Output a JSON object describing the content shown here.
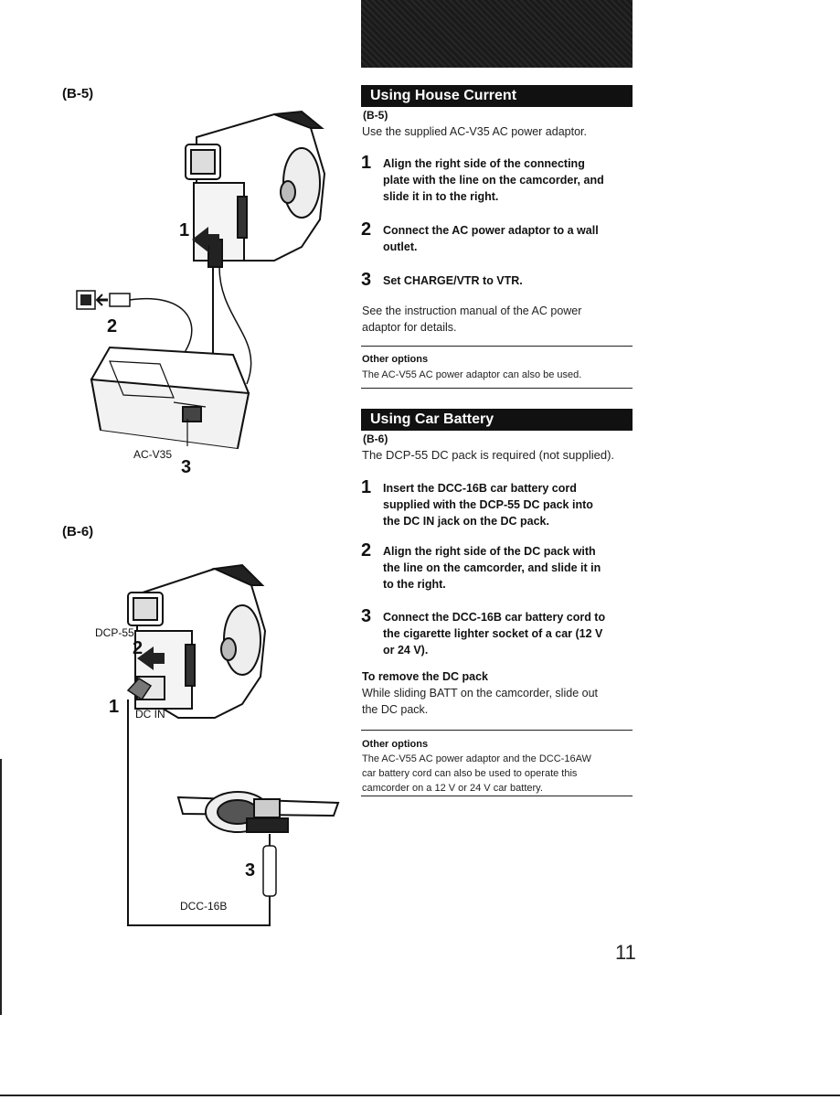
{
  "figures": {
    "b5_label": "(B-5)",
    "b6_label": "(B-6)",
    "b5_callouts": {
      "num1": "1",
      "num2": "2",
      "num3": "3",
      "adapter": "AC-V35"
    },
    "b6_callouts": {
      "dcp": "DCP-55",
      "num1": "1",
      "num2": "2",
      "num3": "3",
      "dcin": "DC IN",
      "cord": "DCC-16B"
    }
  },
  "house": {
    "title": "Using House Current",
    "code": "(B-5)",
    "intro": "Use the supplied AC-V35 AC power adaptor.",
    "steps": [
      {
        "num": "1",
        "line1": "Align the right side of the connecting",
        "line2": "plate with the line on the camcorder, and",
        "line3": "slide it in to the right."
      },
      {
        "num": "2",
        "line1": "Connect the AC power adaptor to a wall",
        "line2": "outlet."
      },
      {
        "num": "3",
        "line1": "Set CHARGE/VTR to VTR."
      }
    ],
    "note_line1": "See the instruction manual of the AC power",
    "note_line2": "adaptor for details.",
    "options_title": "Other options",
    "options_text": "The AC-V55 AC power adaptor can also be used."
  },
  "car": {
    "title": "Using Car Battery",
    "code": "(B-6)",
    "intro": "The DCP-55 DC pack is required (not supplied).",
    "steps": [
      {
        "num": "1",
        "line1": "Insert the DCC-16B car battery cord",
        "line2": "supplied with the DCP-55 DC pack into",
        "line3": "the DC IN jack on the DC pack."
      },
      {
        "num": "2",
        "line1": "Align the right side of the DC pack with",
        "line2": "the line on the camcorder, and slide it in",
        "line3": "to the right."
      },
      {
        "num": "3",
        "line1": "Connect the DCC-16B car battery cord to",
        "line2": "the cigarette lighter socket of a car (12 V",
        "line3": "or 24 V)."
      }
    ],
    "remove_title": "To remove the DC pack",
    "remove_line1": "While sliding BATT on the camcorder, slide out",
    "remove_line2": "the DC pack.",
    "options_title": "Other options",
    "options_line1": "The AC-V55 AC power adaptor and the DCC-16AW",
    "options_line2": "car battery cord can also be used to operate this",
    "options_line3": "camcorder on a 12 V or 24 V car battery."
  },
  "page_number": "11"
}
